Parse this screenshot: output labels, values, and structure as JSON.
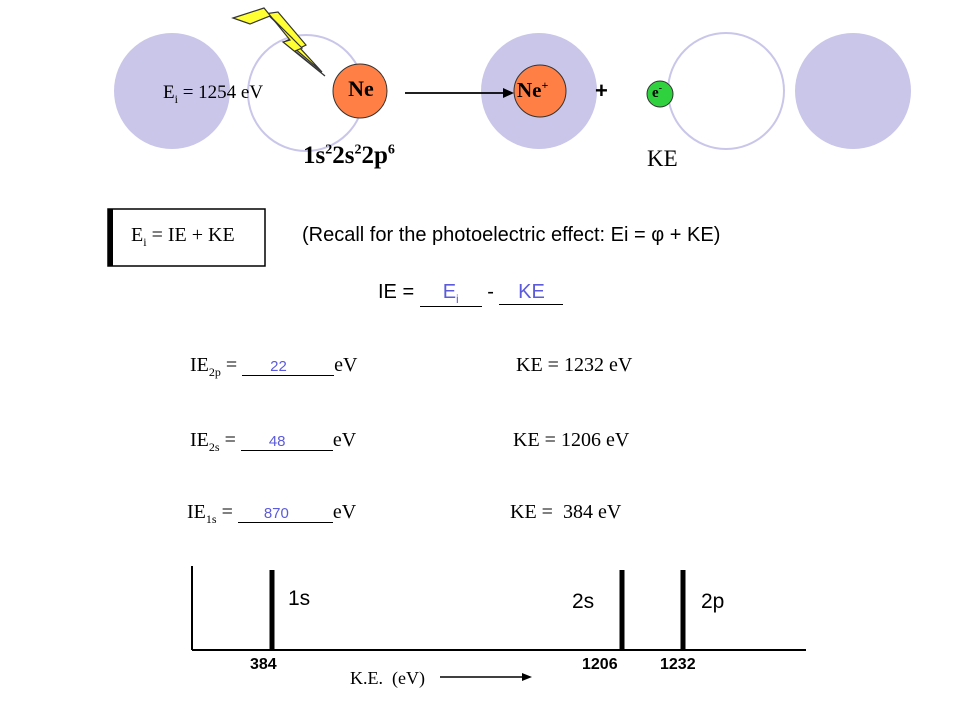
{
  "colors": {
    "lavender": "#c9c6ea",
    "atom_orange": "#ff7f45",
    "electron_green": "#2fd13f",
    "lightning_yellow": "#ffff33",
    "answer_blue": "#5b5bdc"
  },
  "reaction": {
    "ei_symbol": "E",
    "ei_sub": "i",
    "ei_value": "= 1254 eV",
    "ne_label": "Ne",
    "ne_ion_label": "Ne",
    "ne_ion_sup": "+",
    "plus": "+",
    "electron_label": "e",
    "electron_sup": "-",
    "config_1s": "1s",
    "config_1s_sup": "2",
    "config_2s": "2s",
    "config_2s_sup": "2",
    "config_2p": "2p",
    "config_2p_sup": "6",
    "ke_label": "KE"
  },
  "formula_box": {
    "lhs": "E",
    "lhs_sub": "i",
    "rhs": "= IE + KE"
  },
  "recall_text": "(Recall for the photoelectric effect: Ei = φ + KE)",
  "ie_equation": {
    "prefix": "IE = ",
    "first_answer": "E",
    "first_answer_sub": "i",
    "minus": " - ",
    "second_answer": "KE"
  },
  "rows": [
    {
      "ie_prefix": "IE",
      "ie_sub": "2p",
      "eq": " =",
      "answer": "22",
      "unit": "eV",
      "ke": "KE = 1232 eV"
    },
    {
      "ie_prefix": "IE",
      "ie_sub": "2s",
      "eq": " =",
      "answer": "48",
      "unit": "eV",
      "ke": "KE = 1206  eV"
    },
    {
      "ie_prefix": "IE",
      "ie_sub": "1s",
      "eq": " =",
      "answer": "870",
      "unit": "eV",
      "ke": "KE =  384 eV"
    }
  ],
  "spectrum": {
    "peak_labels": [
      "1s",
      "2s",
      "2p"
    ],
    "tick_labels": [
      "384",
      "1206",
      "1232"
    ],
    "axis_label": "K.E.  (eV)"
  }
}
